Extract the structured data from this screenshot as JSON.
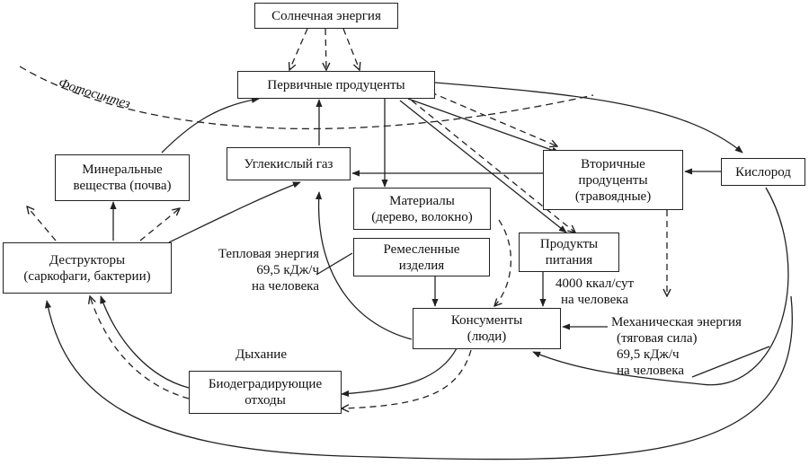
{
  "nodes": {
    "solar_energy": {
      "lines": [
        "Солнечная энергия"
      ]
    },
    "primary_producers": {
      "lines": [
        "Первичные продуценты"
      ]
    },
    "carbon_dioxide": {
      "lines": [
        "Углекислый газ"
      ]
    },
    "mineral_substances": {
      "lines": [
        "Минеральные",
        "вещества (почва)"
      ]
    },
    "destructors": {
      "lines": [
        "Деструкторы",
        "(саркофаги, бактерии)"
      ]
    },
    "materials": {
      "lines": [
        "Материалы",
        "(дерево, волокно)"
      ]
    },
    "crafts": {
      "lines": [
        "Ремесленные",
        "изделия"
      ]
    },
    "secondary_producers": {
      "lines": [
        "Вторичные",
        "продуценты",
        "(травоядные)"
      ]
    },
    "oxygen": {
      "lines": [
        "Кислород"
      ]
    },
    "food_products": {
      "lines": [
        "Продукты",
        "питания"
      ]
    },
    "consumers": {
      "lines": [
        "Консументы",
        "(люди)"
      ]
    },
    "biodegradable_waste": {
      "lines": [
        "Биодеградирующие",
        "отходы"
      ]
    }
  },
  "labels": {
    "photosynthesis": "Фотосинтез",
    "heat_energy": [
      "Тепловая энергия",
      "69,5 кДж/ч",
      "на человека"
    ],
    "respiration": "Дыхание",
    "food_energy": [
      "4000 ккал/сут",
      "на человека"
    ],
    "mechanical_energy": [
      "Механическая энергия",
      "(тяговая сила)",
      "69,5 кДж/ч",
      "на человека"
    ]
  },
  "colors": {
    "stroke": "#222222",
    "text": "#111111"
  }
}
